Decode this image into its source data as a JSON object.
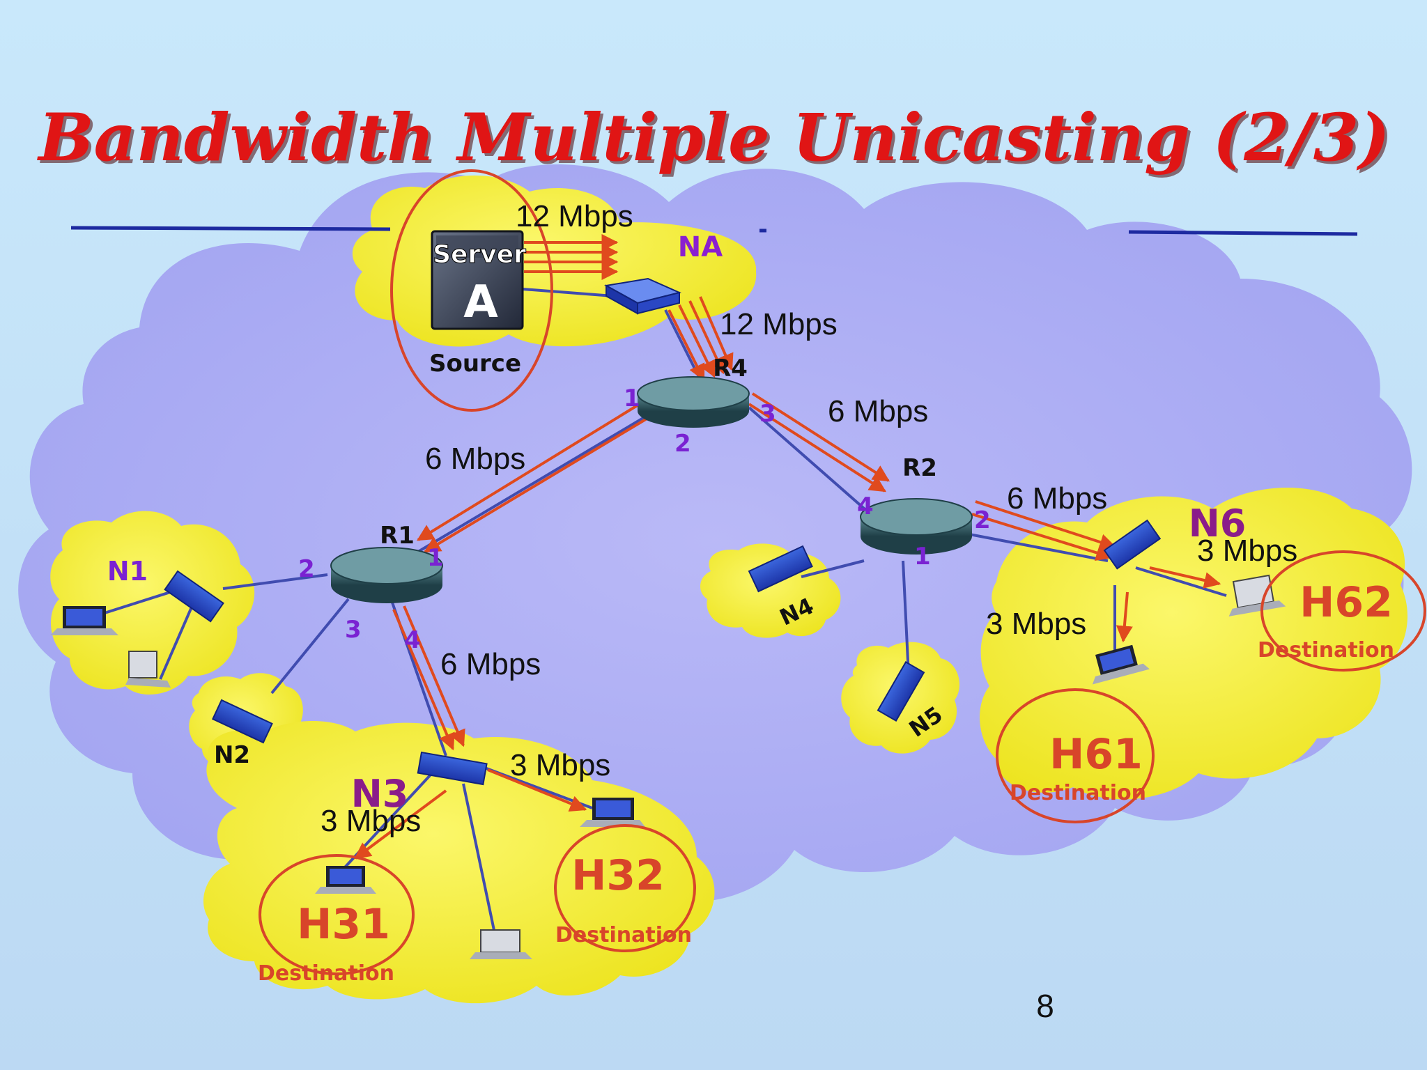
{
  "slide": {
    "title": "Bandwidth Multiple Unicasting (2/3)",
    "page_number": "8"
  },
  "server": {
    "label": "Server",
    "letter": "A",
    "caption": "Source"
  },
  "networks": {
    "na": "NA",
    "n1": "N1",
    "n2": "N2",
    "n3": "N3",
    "n4": "N4",
    "n5": "N5",
    "n6": "N6"
  },
  "routers": {
    "r1": "R1",
    "r2": "R2",
    "r4": "R4"
  },
  "ports": {
    "r4": {
      "p1": "1",
      "p2": "2",
      "p3": "3"
    },
    "r1": {
      "p1": "1",
      "p2": "2",
      "p3": "3",
      "p4": "4"
    },
    "r2": {
      "p1": "1",
      "p2": "2",
      "p4": "4"
    }
  },
  "hosts": {
    "h31": "H31",
    "h32": "H32",
    "h61": "H61",
    "h62": "H62",
    "destination": "Destination"
  },
  "bandwidth": {
    "server_na": "12 Mbps",
    "na_r4": "12 Mbps",
    "r4_r2": "6 Mbps",
    "r4_r1": "6 Mbps",
    "r2_n6": "6 Mbps",
    "n6_h62": "3 Mbps",
    "n6_h61": "3 Mbps",
    "r1_n3": "6 Mbps",
    "n3_h32": "3 Mbps",
    "n3_h31": "3 Mbps"
  },
  "colors": {
    "title_red": "#e01515",
    "flow_red": "#e04a1e",
    "link_blue": "#404cb0",
    "cloud_yellow": "#f5ef3a",
    "cloud_purple": "#a9a9f4",
    "port_purple": "#7a22d2",
    "host_ring": "#d8452a"
  }
}
